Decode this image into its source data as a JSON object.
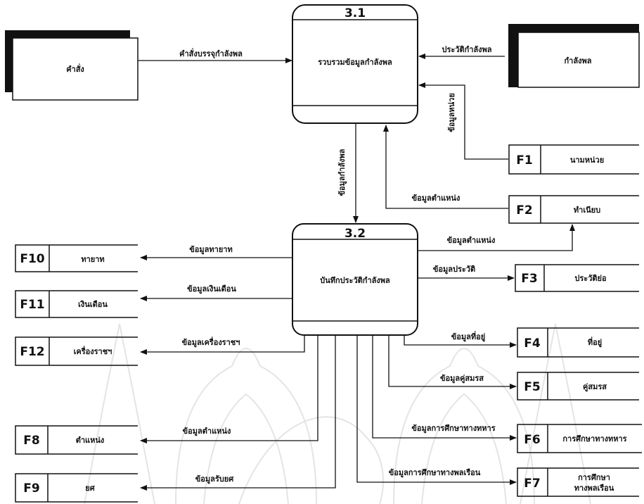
{
  "entities": {
    "order": "คำสั่ง",
    "workforce": "กำลังพล"
  },
  "processes": {
    "p31": {
      "id": "3.1",
      "label": "รวบรวมข้อมูลกำลังพล"
    },
    "p32": {
      "id": "3.2",
      "label": "บันทึกประวัติกำลังพล"
    }
  },
  "stores": {
    "f1": {
      "id": "F1",
      "name": "นามหน่วย"
    },
    "f2": {
      "id": "F2",
      "name": "ทำเนียบ"
    },
    "f3": {
      "id": "F3",
      "name": "ประวัติย่อ"
    },
    "f4": {
      "id": "F4",
      "name": "ที่อยู่"
    },
    "f5": {
      "id": "F5",
      "name": "คู่สมรส"
    },
    "f6": {
      "id": "F6",
      "name": "การศึกษาทางทหาร"
    },
    "f7": {
      "id": "F7",
      "name1": "การศึกษา",
      "name2": "ทางพลเรือน"
    },
    "f8": {
      "id": "F8",
      "name": "ตำแหน่ง"
    },
    "f9": {
      "id": "F9",
      "name": "ยศ"
    },
    "f10": {
      "id": "F10",
      "name": "ทายาท"
    },
    "f11": {
      "id": "F11",
      "name": "เงินเดือน"
    },
    "f12": {
      "id": "F12",
      "name": "เครื่องราชฯ"
    }
  },
  "flows": {
    "order_in": "คำสั่งบรรจุกำลังพล",
    "history_in": "ประวัติกำลังพล",
    "unit_data": "ข้อมูลหน่วย",
    "workforce_data": "ข้อมูลกำลังพล",
    "position_from_f2": "ข้อมูลตำแหน่ง",
    "position_to_f2": "ข้อมูลตำแหน่ง",
    "heir": "ข้อมูลทายาท",
    "salary": "ข้อมูลเงินเดือน",
    "history": "ข้อมูลประวัติ",
    "address": "ข้อมูลที่อยู่",
    "decoration": "ข้อมูลเครื่องราชฯ",
    "spouse": "ข้อมูลคู่สมรส",
    "military_edu": "ข้อมูลการศึกษาทางทหาร",
    "position_to_f8": "ข้อมูลตำแหน่ง",
    "civil_edu": "ข้อมูลการศึกษาทางพลเรือน",
    "rank": "ข้อมูลรับยศ"
  }
}
